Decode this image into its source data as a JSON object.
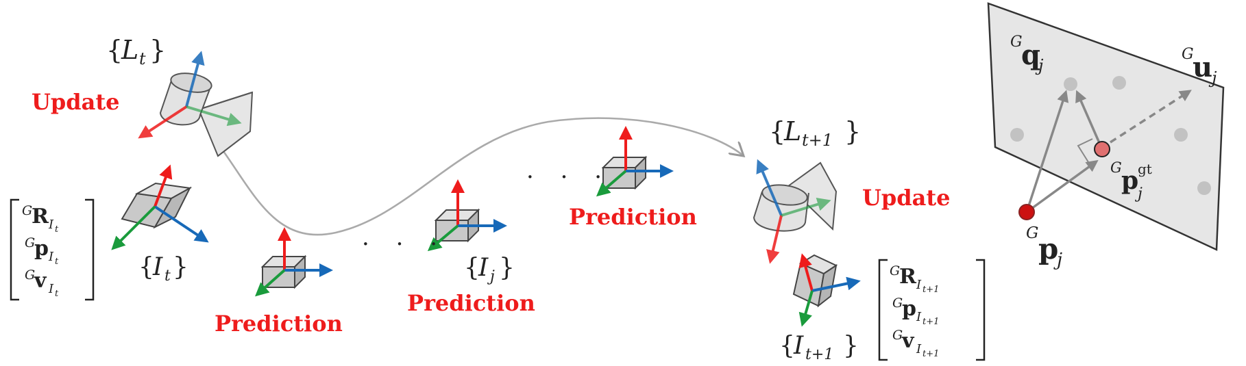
{
  "labels": {
    "update_left": "Update",
    "update_right": "Update",
    "prediction_1": "Prediction",
    "prediction_2": "Prediction",
    "prediction_3": "Prediction",
    "ellipsis": "· · ·"
  },
  "frames": {
    "lidar_t": {
      "base": "L",
      "sub": "t"
    },
    "lidar_t1": {
      "base": "L",
      "sub": "t+1"
    },
    "imu_t": {
      "base": "I",
      "sub": "t"
    },
    "imu_j": {
      "base": "I",
      "sub": "j"
    },
    "imu_t1": {
      "base": "I",
      "sub": "t+1"
    }
  },
  "state_left": {
    "sup": "G",
    "rows": [
      {
        "sym": "R",
        "sub_base": "I",
        "sub_sub": "t"
      },
      {
        "sym": "p",
        "sub_base": "I",
        "sub_sub": "t"
      },
      {
        "sym": "v",
        "sub_base": "I",
        "sub_sub": "t"
      }
    ]
  },
  "state_right": {
    "sup": "G",
    "rows": [
      {
        "sym": "R",
        "sub_base": "I",
        "sub_sub": "t+1"
      },
      {
        "sym": "p",
        "sub_base": "I",
        "sub_sub": "t+1"
      },
      {
        "sym": "v",
        "sub_base": "I",
        "sub_sub": "t+1"
      }
    ]
  },
  "plane": {
    "q": {
      "sup": "G",
      "sym": "q",
      "sub": "j"
    },
    "u": {
      "sup": "G",
      "sym": "u",
      "sub": "j"
    },
    "pgt": {
      "sup": "G",
      "sym": "p",
      "sub": "j",
      "supr": "gt"
    },
    "p": {
      "sup": "G",
      "sym": "p",
      "sub": "j"
    }
  },
  "colors": {
    "x_axis": "#ee1c1c",
    "y_axis": "#1a9b3c",
    "z_axis": "#1769b8",
    "label_red": "#ee1c1c",
    "plane_fill": "#e6e6e6",
    "point_red": "#cc1111",
    "point_pink": "#e07070"
  }
}
